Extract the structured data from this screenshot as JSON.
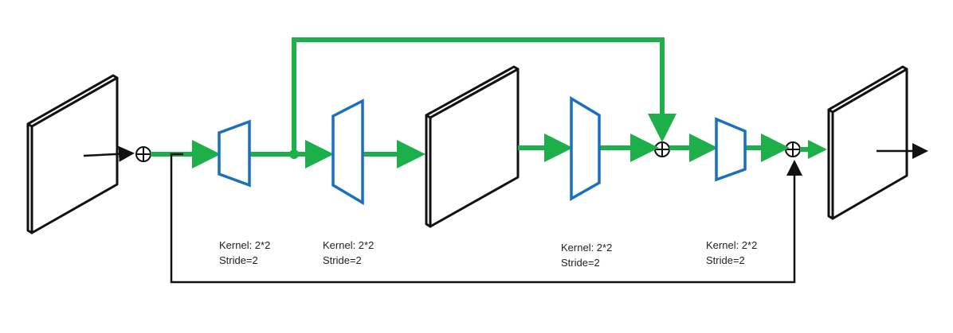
{
  "labels": {
    "conv1": {
      "kernel": "Kernel: 2*2",
      "stride": "Stride=2"
    },
    "conv2": {
      "kernel": "Kernel: 2*2",
      "stride": "Stride=2"
    },
    "conv3": {
      "kernel": "Kernel: 2*2",
      "stride": "Stride=2"
    },
    "conv4": {
      "kernel": "Kernel: 2*2",
      "stride": "Stride=2"
    }
  },
  "colors": {
    "main_path": "#1db04a",
    "kernel_block": "#1a6fbf",
    "feature_map": "#111111",
    "skip_path": "#111111"
  }
}
